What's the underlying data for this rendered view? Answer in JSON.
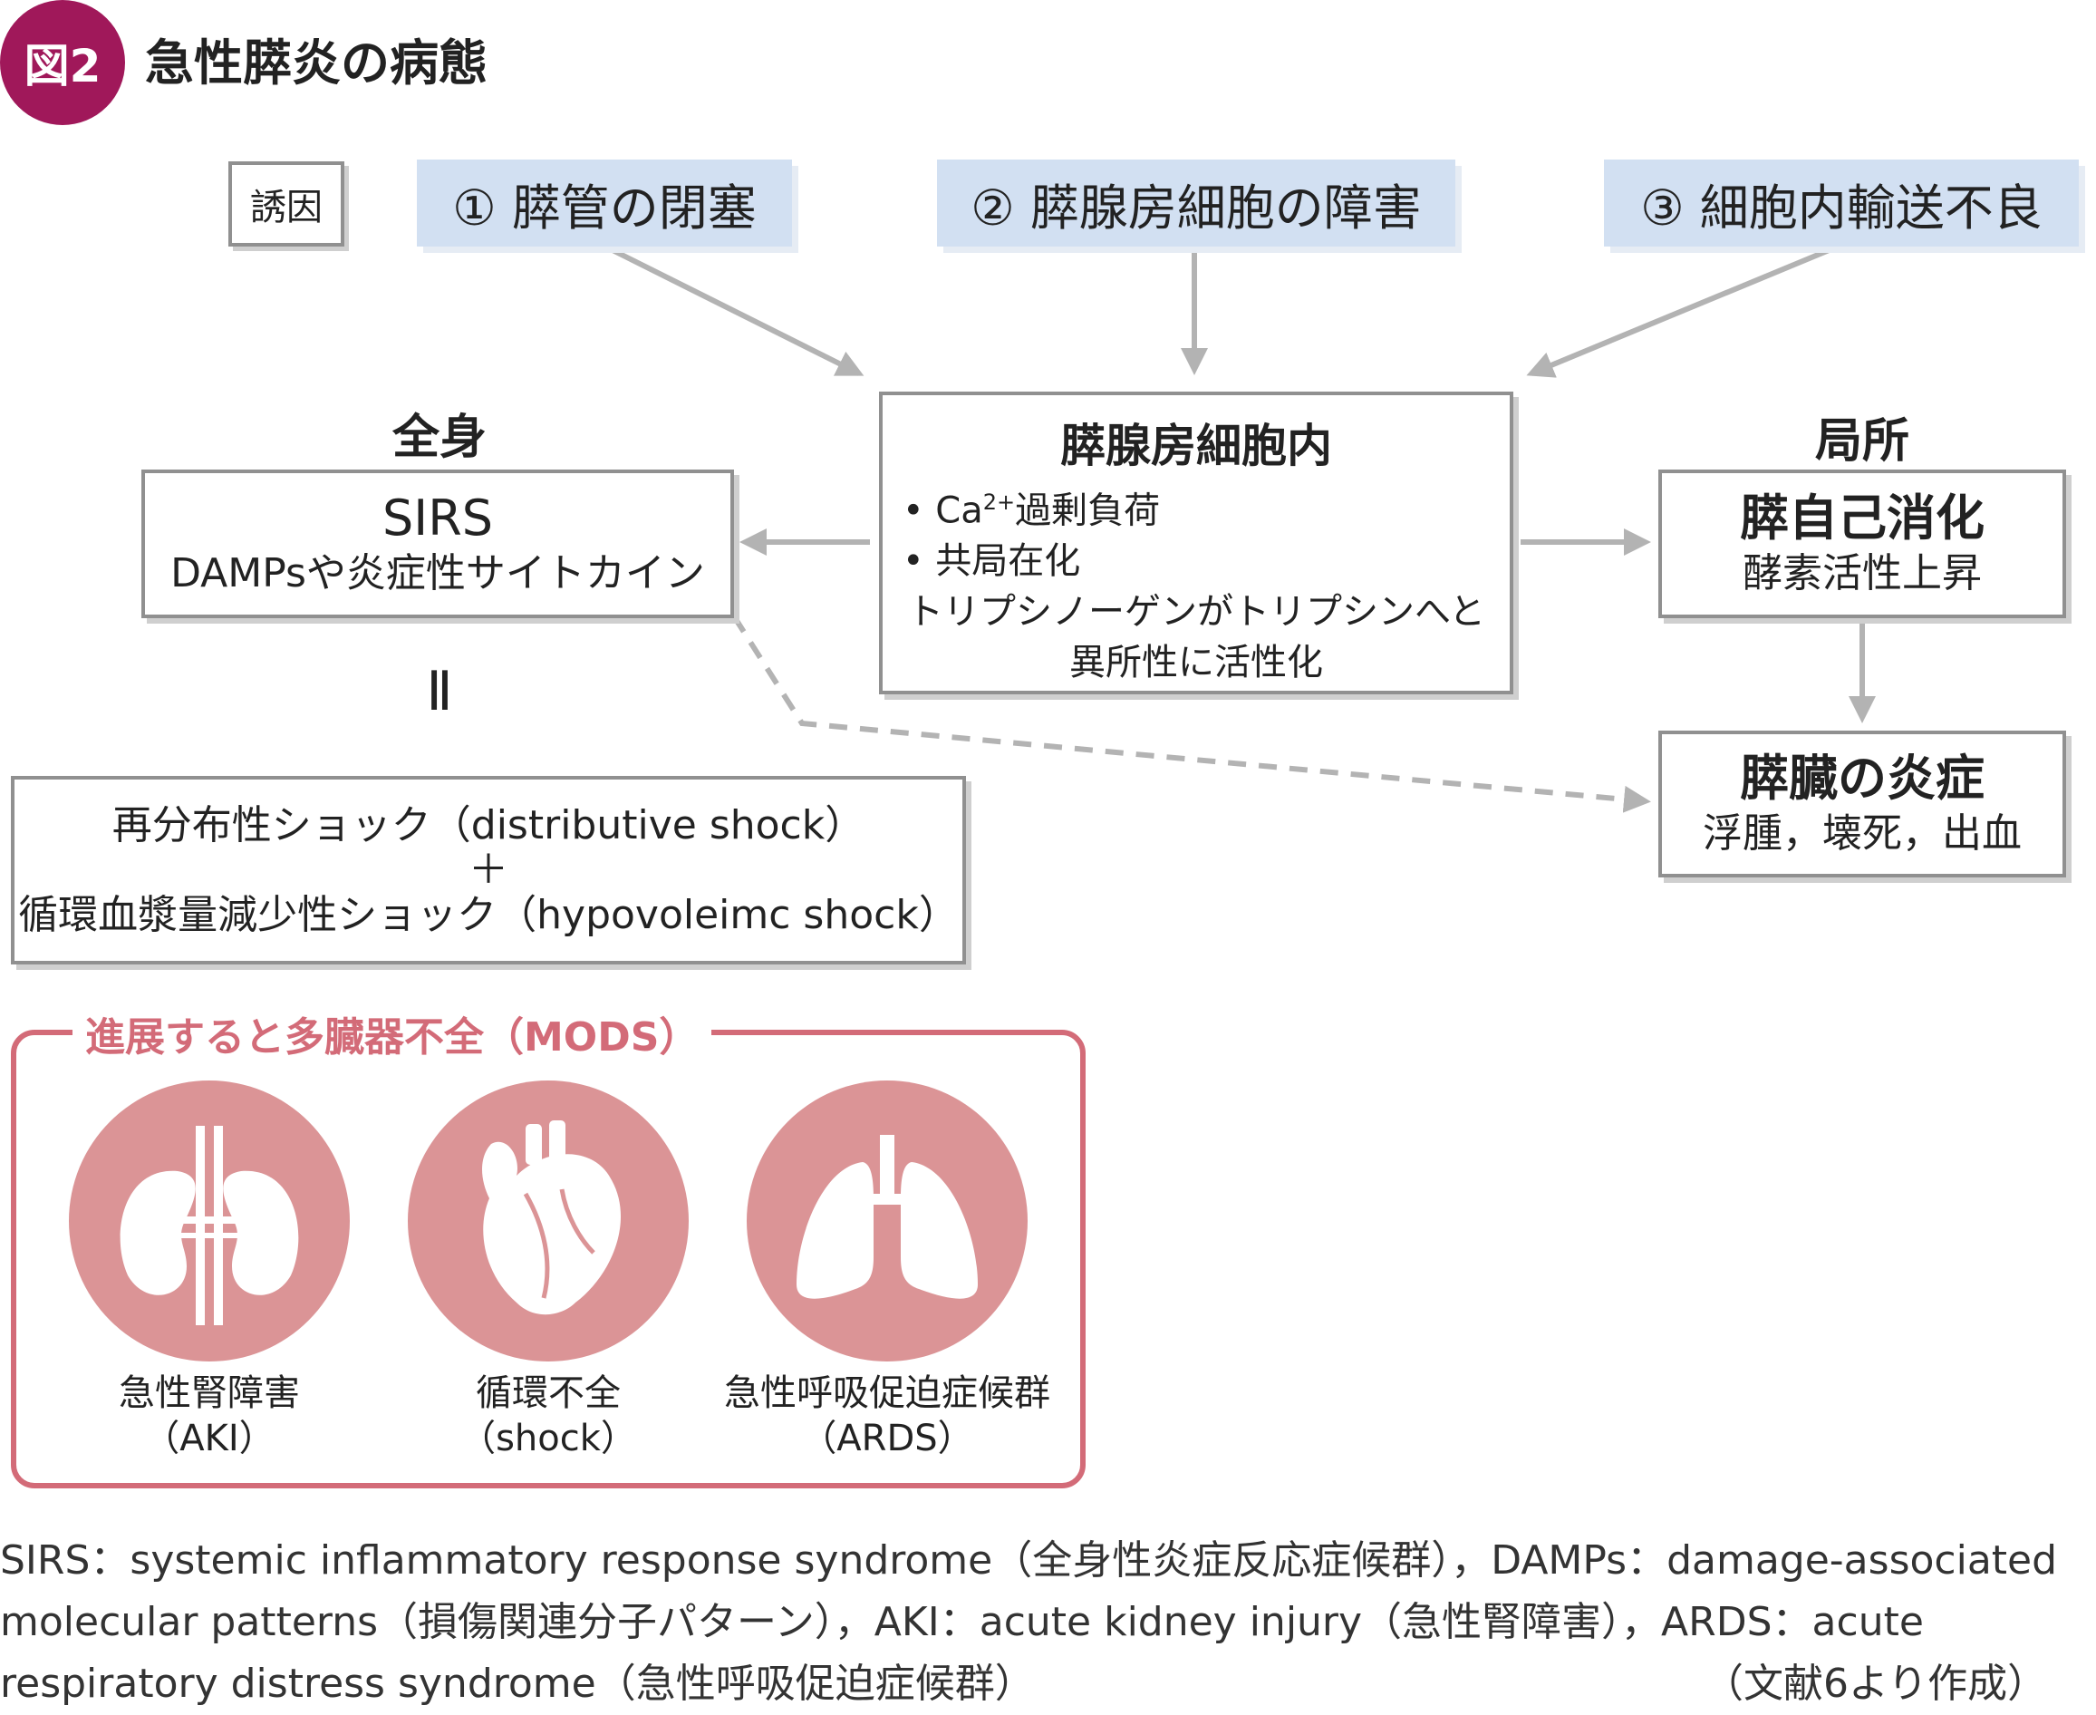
{
  "figure": {
    "badge": "図2",
    "title": "急性膵炎の病態"
  },
  "trigger": "誘因",
  "causes": [
    "① 膵管の閉塞",
    "② 膵腺房細胞の障害",
    "③ 細胞内輸送不良"
  ],
  "center": {
    "title": "膵腺房細胞内",
    "line1_prefix": "• Ca",
    "line1_sup": "2+",
    "line1_suffix": "過剰負荷",
    "line2": "• 共局在化",
    "line3": "トリプシノーゲンがトリプシンへと",
    "line4": "異所性に活性化"
  },
  "systemic": {
    "heading": "全身",
    "title": "SIRS",
    "subtitle": "DAMPsや炎症性サイトカイン",
    "equals": "Ⅱ",
    "shock_line1": "再分布性ショック（distributive shock）",
    "shock_plus": "＋",
    "shock_line2": "循環血漿量減少性ショック（hypovoleimc shock）"
  },
  "local": {
    "heading": "局所",
    "box1_title": "膵自己消化",
    "box1_sub": "酵素活性上昇",
    "box2_title": "膵臓の炎症",
    "box2_sub": "浮腫，壊死，出血"
  },
  "mods": {
    "title": "進展すると多臓器不全（MODS）",
    "organs": [
      {
        "icon": "kidney-icon",
        "label1": "急性腎障害",
        "label2": "（AKI）"
      },
      {
        "icon": "heart-icon",
        "label1": "循環不全",
        "label2": "（shock）"
      },
      {
        "icon": "lungs-icon",
        "label1": "急性呼吸促迫症候群",
        "label2": "（ARDS）"
      }
    ]
  },
  "footnote": {
    "line1": "SIRS：systemic inflammatory response syndrome（全身性炎症反応症候群），DAMPs：damage-associated",
    "line2": "molecular patterns（損傷関連分子パターン），AKI：acute kidney injury（急性腎障害），ARDS：acute",
    "line3": "respiratory distress syndrome（急性呼吸促迫症候群）",
    "source": "（文献6より作成）"
  },
  "colors": {
    "badge": "#a0185a",
    "cause_fill": "#d2e0f2",
    "box_border": "#909090",
    "arrow": "#b3b3b3",
    "mods_border": "#d36b78",
    "organ_fill": "#db9496"
  }
}
